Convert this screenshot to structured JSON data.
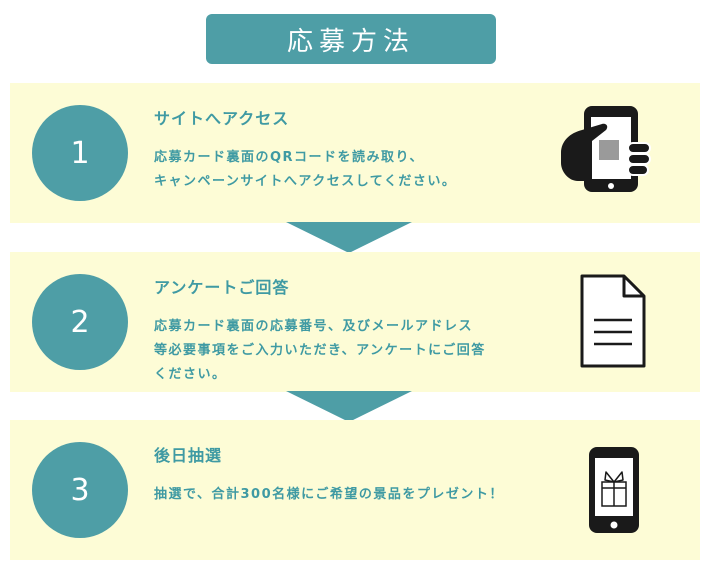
{
  "header": {
    "title": "応募方法"
  },
  "steps": [
    {
      "number": "1",
      "title": "サイトへアクセス",
      "lines": [
        "応募カード裏面のQRコードを読み取り、",
        "キャンペーンサイトへアクセスしてください。"
      ],
      "icon": "hand-phone-icon"
    },
    {
      "number": "2",
      "title": "アンケートご回答",
      "lines": [
        "応募カード裏面の応募番号、及びメールアドレス",
        "等必要事項をご入力いただき、アンケートにご回答",
        "ください。"
      ],
      "icon": "document-icon"
    },
    {
      "number": "3",
      "title": "後日抽選",
      "lines": [
        "抽選で、合計300名様にご希望の景品をプレゼント！"
      ],
      "icon": "gift-phone-icon"
    }
  ],
  "colors": {
    "accent": "#4e9ea6",
    "text": "#3f9aa3",
    "panel": "#fdfcd6",
    "icon": "#1a1a1a"
  }
}
